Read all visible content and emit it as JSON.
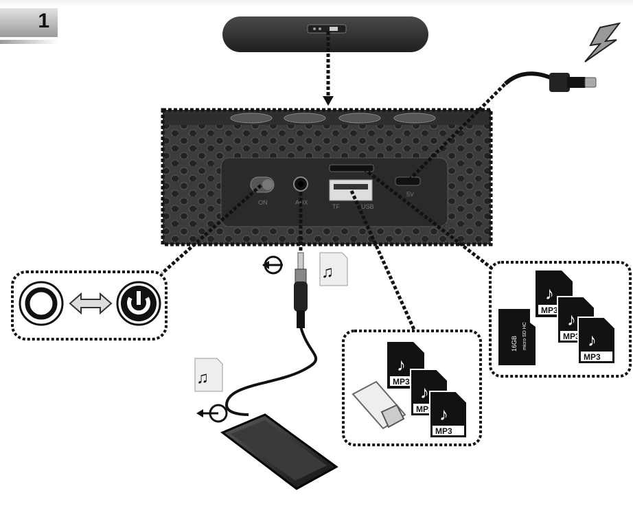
{
  "step": {
    "number": "1"
  },
  "speaker_panel": {
    "switch_label": "ON",
    "aux_label": "AUX",
    "usb_label": "TF",
    "usb_label2": "USB",
    "dc_label": "5V"
  },
  "media": {
    "mp3_label": "MP3",
    "card_capacity": "16GB",
    "card_brand": "micro SD HC"
  },
  "colors": {
    "dots": "#111111",
    "panel": "#3a3a3a",
    "badge": "#9a9a9a"
  }
}
